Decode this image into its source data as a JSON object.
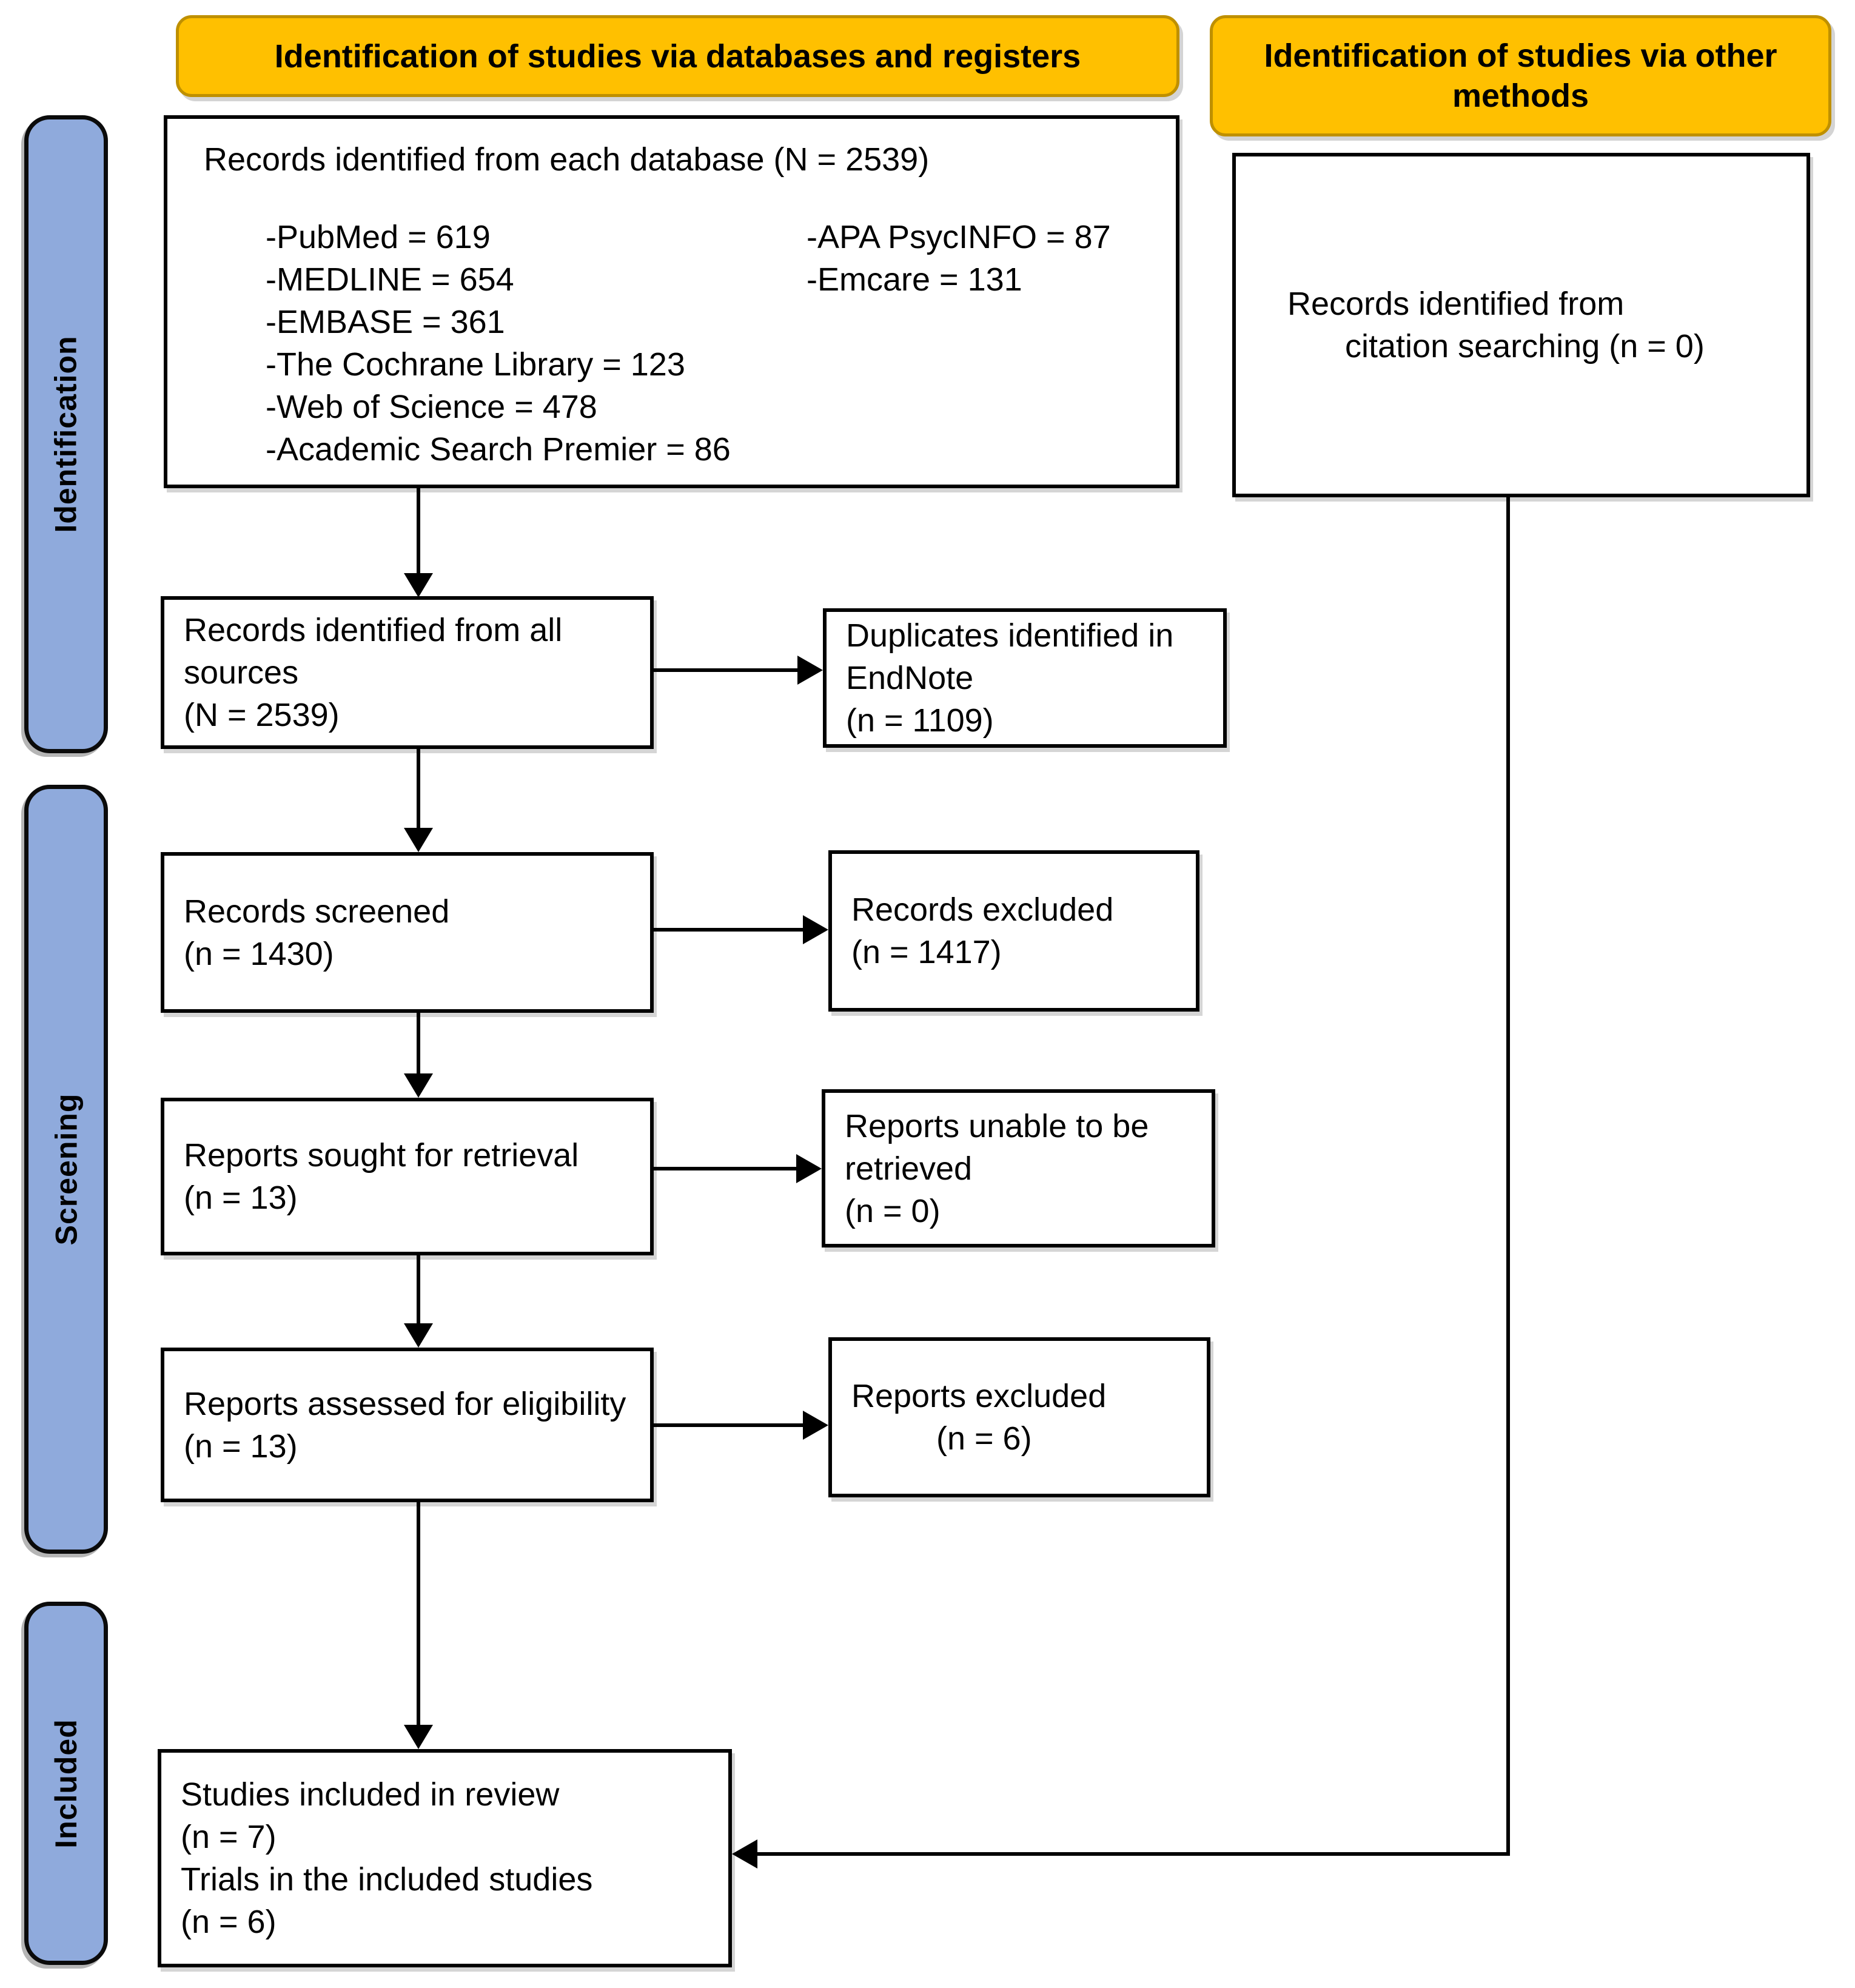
{
  "banners": {
    "databases": "Identification of studies via databases and registers",
    "other": "Identification of studies via other methods"
  },
  "sidebar": {
    "identification": "Identification",
    "screening": "Screening",
    "included": "Included"
  },
  "boxes": {
    "db_sources": {
      "title": "Records identified from each database (N = 2539)",
      "left_items": [
        "-PubMed = 619",
        "-MEDLINE = 654",
        "-EMBASE = 361",
        "-The Cochrane Library = 123",
        "-Web of Science = 478",
        "-Academic Search Premier = 86"
      ],
      "right_items": [
        "-APA PsycINFO = 87",
        "-Emcare = 131"
      ]
    },
    "all_sources": {
      "label": "Records identified from all sources",
      "count": "(N = 2539)"
    },
    "duplicates": {
      "label": "Duplicates identified in EndNote",
      "count": "(n = 1109)"
    },
    "screened": {
      "label": "Records screened",
      "count": "(n = 1430)"
    },
    "records_excluded": {
      "label": "Records excluded",
      "count": "(n = 1417)"
    },
    "sought": {
      "label": "Reports sought for retrieval",
      "count": "(n = 13)"
    },
    "not_retrieved": {
      "label": "Reports unable to be retrieved",
      "count": "(n = 0)"
    },
    "assessed": {
      "label": "Reports assessed for eligibility",
      "count": "(n = 13)"
    },
    "reports_excluded": {
      "label": "Reports excluded",
      "count": "(n = 6)"
    },
    "included": {
      "line1": "Studies included in review",
      "count1": "(n = 7)",
      "line2": "Trials in the included studies",
      "count2": "(n = 6)"
    },
    "citation": {
      "line1": "Records identified from",
      "line2": "citation searching (n = 0)"
    }
  },
  "colors": {
    "banner_fill": "#FFC000",
    "banner_border": "#BF9000",
    "sidebar_fill": "#8FAADC",
    "box_fill": "#FFFFFF",
    "line_color": "#000000"
  }
}
